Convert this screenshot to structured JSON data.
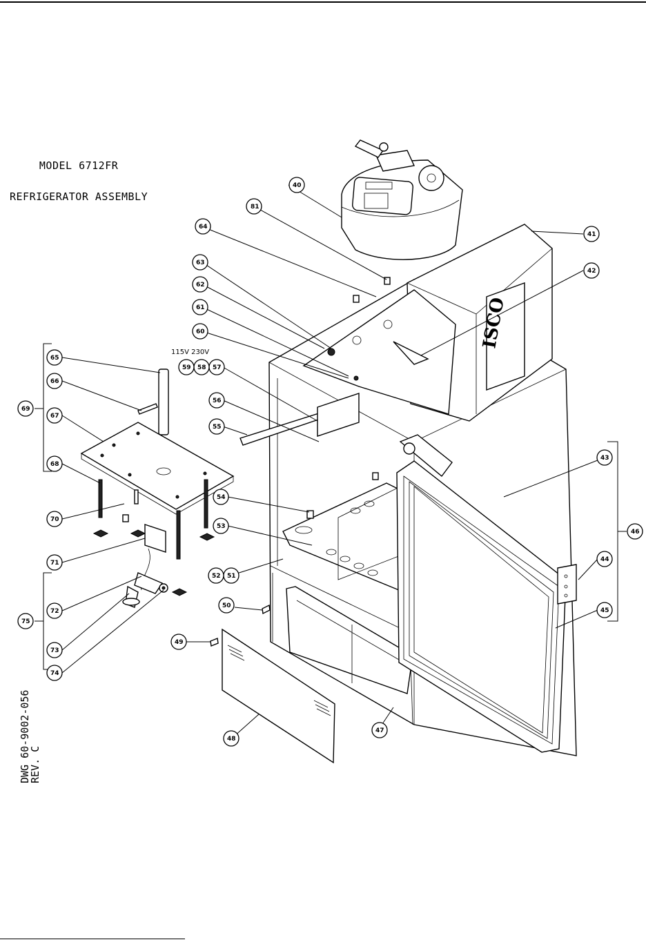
{
  "title": {
    "line1": "MODEL 6712FR",
    "line2": "REFRIGERATOR ASSEMBLY"
  },
  "drawing_number": {
    "line1": "DWG 60-9002-056",
    "line2": "REV. C"
  },
  "voltage_label": "115V 230V",
  "callouts": [
    "40",
    "41",
    "42",
    "43",
    "44",
    "45",
    "46",
    "47",
    "48",
    "49",
    "50",
    "51",
    "52",
    "53",
    "54",
    "55",
    "56",
    "57",
    "58",
    "59",
    "60",
    "61",
    "62",
    "63",
    "64",
    "65",
    "66",
    "67",
    "68",
    "69",
    "70",
    "71",
    "72",
    "73",
    "74",
    "75",
    "81"
  ],
  "brand_mark": "ISCO"
}
